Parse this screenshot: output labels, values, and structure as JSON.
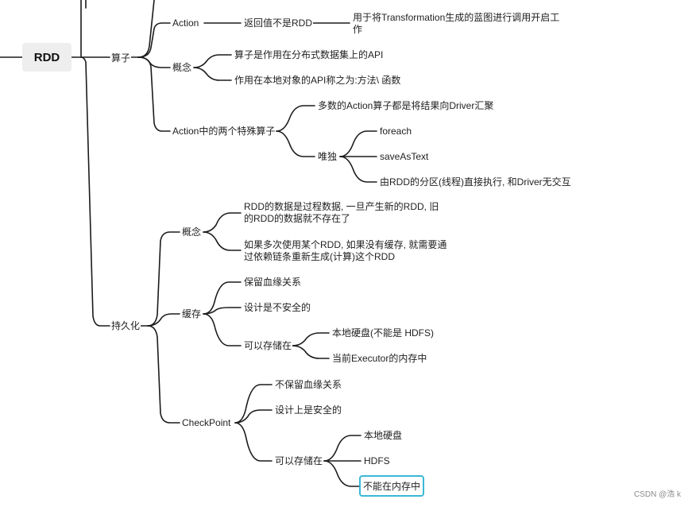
{
  "root": "RDD",
  "operators": {
    "label": "算子",
    "action": {
      "label": "Action",
      "return_not_rdd": "返回值不是RDD",
      "purpose": "用于将Transformation生成的蓝图进行调用开启工作"
    },
    "concept": {
      "label": "概念",
      "api_on_dataset": "算子是作用在分布式数据集上的API",
      "local_api": "作用在本地对象的API称之为:方法\\ 函数"
    },
    "special": {
      "label": "Action中的两个特殊算子",
      "most_to_driver": "多数的Action算子都是将结果向Driver汇聚",
      "unique": {
        "label": "唯独",
        "foreach": "foreach",
        "save_as_text": "saveAsText",
        "direct_exec": "由RDD的分区(线程)直接执行, 和Driver无交互"
      }
    }
  },
  "persistence": {
    "label": "持久化",
    "concept": {
      "label": "概念",
      "process_data": "RDD的数据是过程数据, 一旦产生新的RDD, 旧的RDD的数据就不存在了",
      "recompute": "如果多次使用某个RDD, 如果没有缓存, 就需要通过依赖链条重新生成(计算)这个RDD"
    },
    "cache": {
      "label": "缓存",
      "keep_lineage": "保留血缘关系",
      "unsafe": "设计是不安全的",
      "store": {
        "label": "可以存储在",
        "local_disk": "本地硬盘(不能是 HDFS)",
        "executor_mem": "当前Executor的内存中"
      }
    },
    "checkpoint": {
      "label": "CheckPoint",
      "no_lineage": "不保留血缘关系",
      "safe": "设计上是安全的",
      "store": {
        "label": "可以存储在",
        "local_disk": "本地硬盘",
        "hdfs": "HDFS",
        "not_memory": "不能在内存中"
      }
    }
  },
  "watermark": "CSDN @浩 k"
}
